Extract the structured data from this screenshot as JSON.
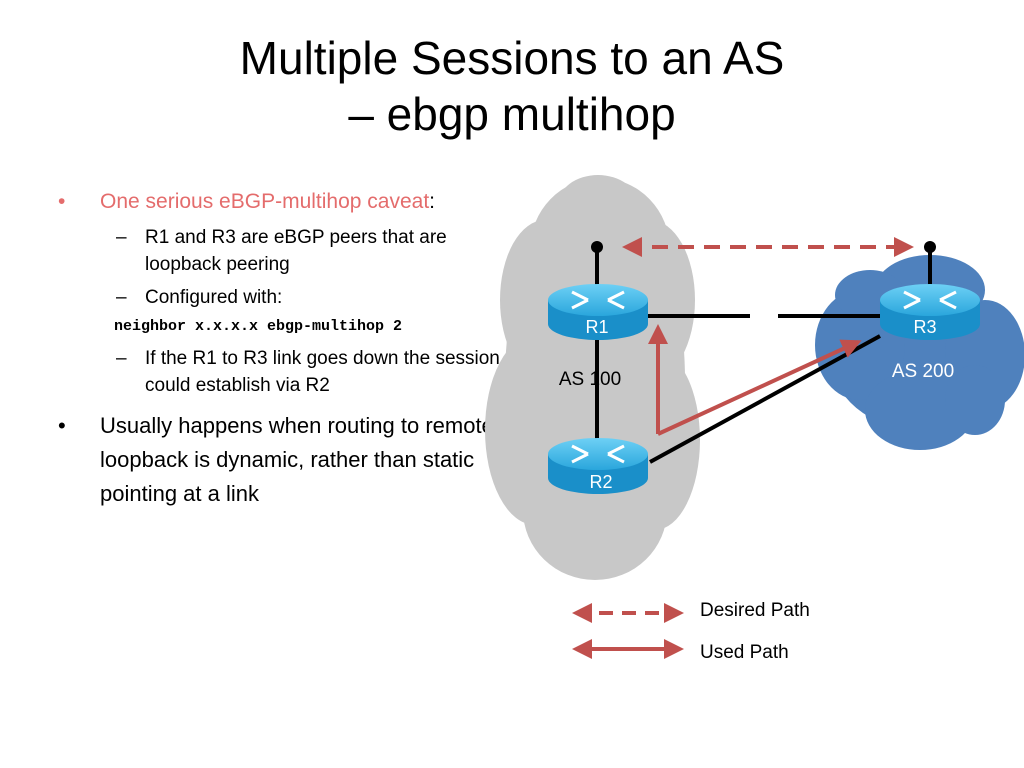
{
  "slide": {
    "title_line1": "Multiple Sessions to an AS",
    "title_line2": "– ebgp multihop"
  },
  "bullets": {
    "b1_accent": "One serious eBGP-multihop caveat",
    "b1_suffix": ":",
    "sub1": "R1 and R3 are eBGP peers that are loopback peering",
    "sub2": "Configured with:",
    "code": "neighbor x.x.x.x ebgp-multihop 2",
    "sub3": "If the R1 to R3 link goes down the session could establish via R2",
    "b2": "Usually happens when routing to remote loopback is dynamic, rather than static pointing at a link"
  },
  "diagram": {
    "routers": [
      "R1",
      "R2",
      "R3"
    ],
    "as_left": "AS 100",
    "as_right": "AS 200",
    "colors": {
      "cloud_left": "#c8c8c8",
      "cloud_right": "#4f81bd",
      "router_body": "#1a9bd7",
      "router_top": "#4dc0ee",
      "path": "#c0504d",
      "accent_text": "#e46c6c"
    }
  },
  "legend": {
    "desired": "Desired Path",
    "used": "Used Path"
  }
}
